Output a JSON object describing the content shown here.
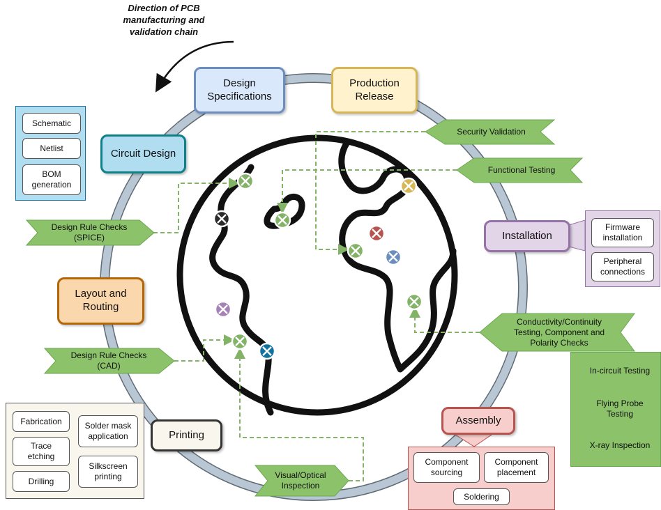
{
  "direction_note": {
    "line1": "Direction of PCB",
    "line2": "manufacturing and",
    "line3": "validation chain"
  },
  "stages": {
    "design_specifications": {
      "line1": "Design",
      "line2": "Specifications"
    },
    "production_release": {
      "line1": "Production",
      "line2": "Release"
    },
    "circuit_design": "Circuit Design",
    "installation": "Installation",
    "layout_routing": {
      "line1": "Layout and",
      "line2": "Routing"
    },
    "printing": "Printing",
    "assembly": "Assembly"
  },
  "circuit_design_items": {
    "schematic": "Schematic",
    "netlist": "Netlist",
    "bom_line1": "BOM",
    "bom_line2": "generation"
  },
  "installation_items": {
    "firmware_line1": "Firmware",
    "firmware_line2": "installation",
    "peripheral_line1": "Peripheral",
    "peripheral_line2": "connections"
  },
  "printing_items": {
    "fabrication": "Fabrication",
    "trace_line1": "Trace",
    "trace_line2": "etching",
    "drilling": "Drilling",
    "solder_line1": "Solder mask",
    "solder_line2": "application",
    "silk_line1": "Silkscreen",
    "silk_line2": "printing"
  },
  "assembly_items": {
    "sourcing_line1": "Component",
    "sourcing_line2": "sourcing",
    "placement_line1": "Component",
    "placement_line2": "placement",
    "soldering": "Soldering"
  },
  "testing_items": {
    "in_circuit": "In-circuit Testing",
    "flying_line1": "Flying Probe",
    "flying_line2": "Testing",
    "xray": "X-ray Inspection"
  },
  "validations": {
    "security": "Security Validation",
    "functional": "Functional Testing",
    "drc_spice_line1": "Design Rule Checks",
    "drc_spice_line2": "(SPICE)",
    "drc_cad_line1": "Design Rule Checks",
    "drc_cad_line2": "(CAD)",
    "conductivity_line1": "Conductivity/Continuity",
    "conductivity_line2": "Testing, Component and",
    "conductivity_line3": "Polarity Checks",
    "visual_line1": "Visual/Optical",
    "visual_line2": "Inspection"
  },
  "colors": {
    "ring": "#b8c7d3",
    "validation_green": "#8cc36a",
    "blue_fill": "#dae8fc",
    "blue_border": "#6c8ebf",
    "yellow_fill": "#fff2cc",
    "yellow_border": "#d6b656",
    "teal_border": "#0e8088",
    "teal_panel": "#b1ddf0",
    "purple_fill": "#e1d5e7",
    "purple_border": "#9673a6",
    "orange_fill": "#fad7ac",
    "orange_border": "#b46504",
    "red_fill": "#f8cecc",
    "red_border": "#b85450",
    "cream_panel": "#f9f7ed"
  }
}
